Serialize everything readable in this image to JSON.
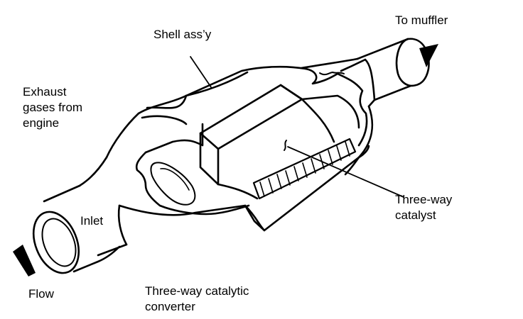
{
  "labels": {
    "shell": "Shell ass’y",
    "to_muffler": "To muffler",
    "exhaust": [
      "Exhaust",
      "gases from",
      "engine"
    ],
    "inlet": "Inlet",
    "catalyst": [
      "Three-way",
      "catalyst"
    ],
    "flow": "Flow",
    "converter": [
      "Three-way catalytic",
      "converter"
    ]
  },
  "colors": {
    "line": "#000000",
    "background": "#ffffff"
  }
}
